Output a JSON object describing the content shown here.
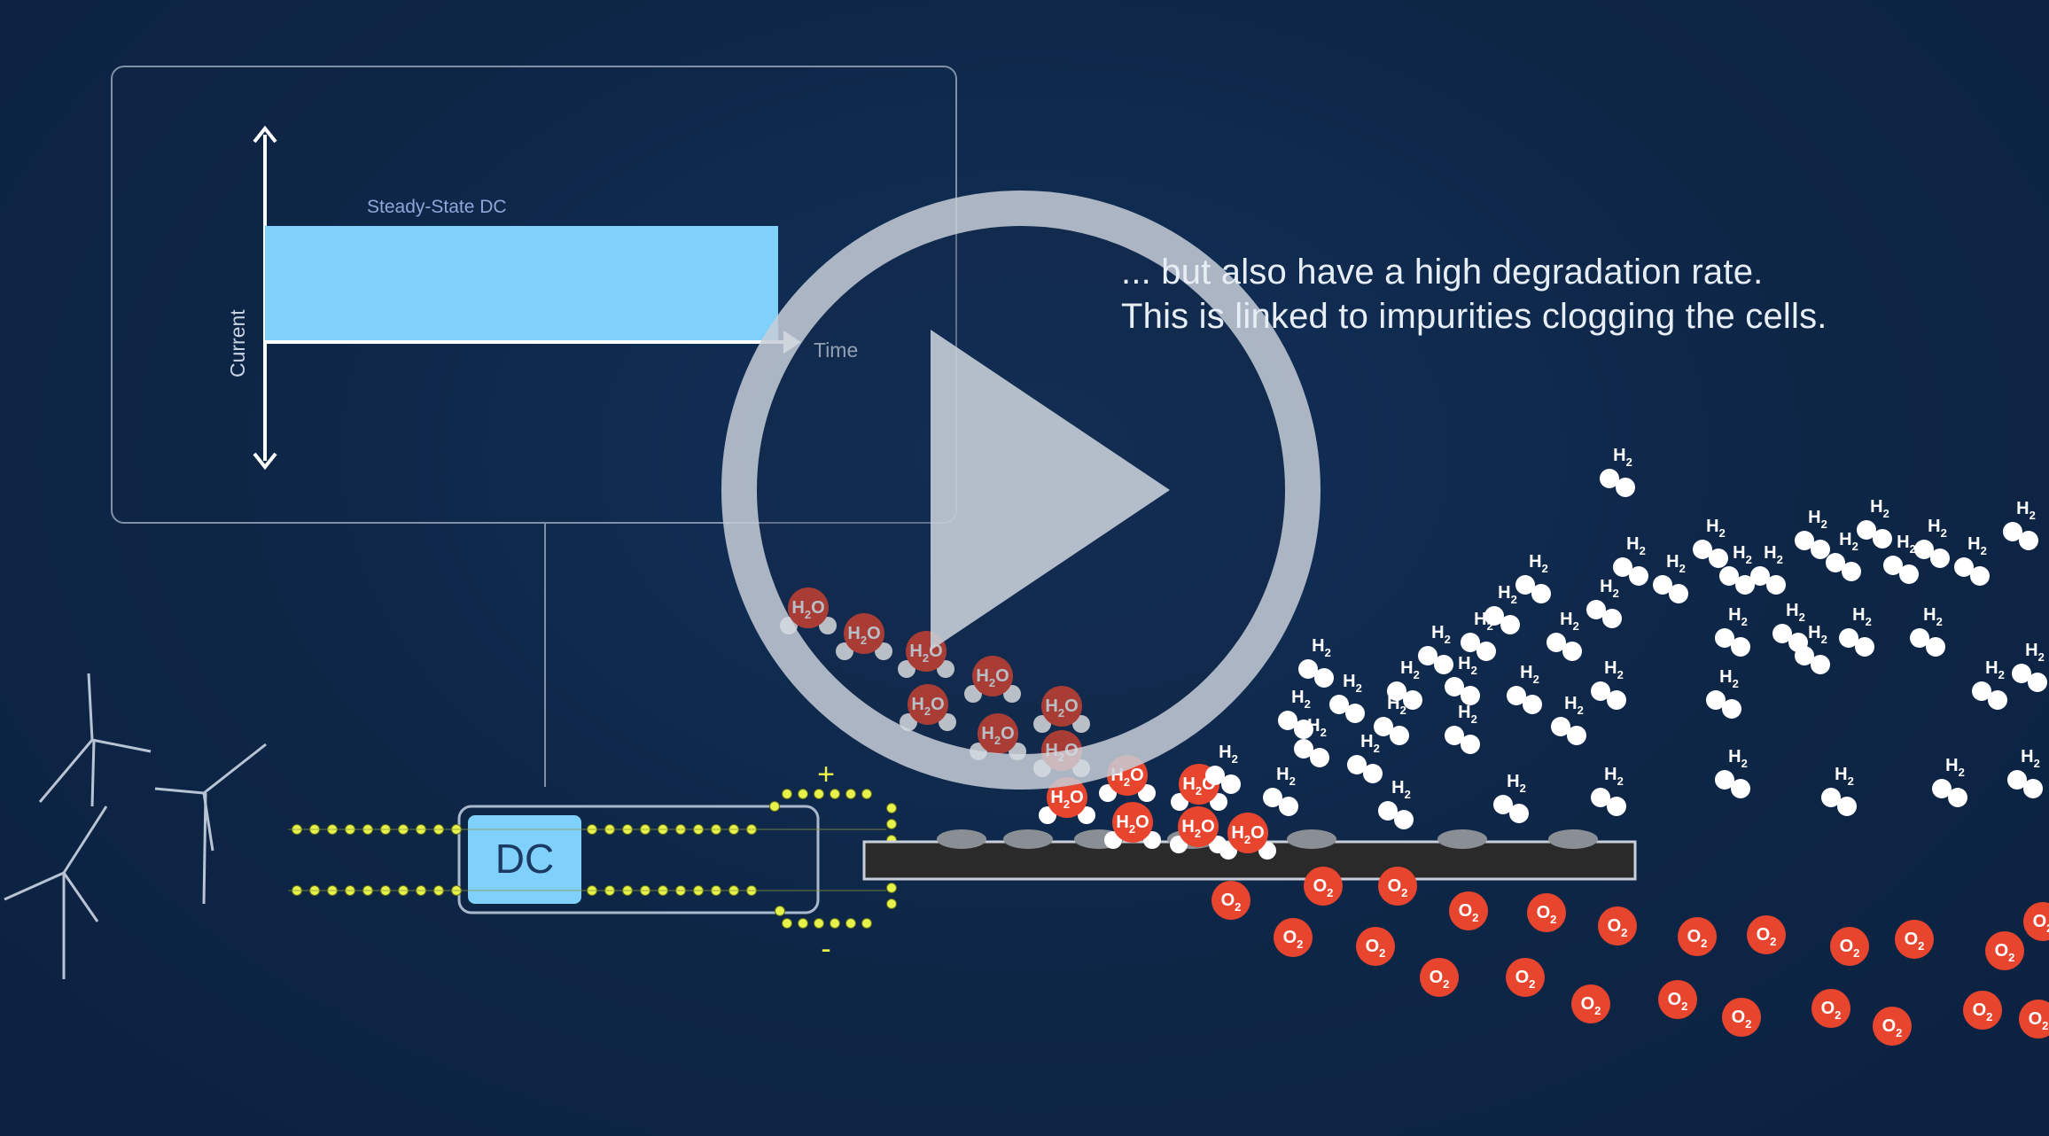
{
  "video": {
    "caption_line1": "... but also have a high degradation rate.",
    "caption_line2": "This is linked to impurities clogging the cells."
  },
  "chart_data": {
    "type": "area",
    "series": [
      {
        "name": "Steady-State DC",
        "values": [
          1,
          1
        ]
      }
    ],
    "x": [
      0,
      1
    ],
    "xlabel": "Time",
    "ylabel": "Current",
    "grid": false
  },
  "diagram": {
    "power_box_label": "DC",
    "plus_sign": "+",
    "minus_sign": "-",
    "water_label": "H",
    "water_sub": "2",
    "water_suffix": "O",
    "hydrogen_label": "H",
    "hydrogen_sub": "2",
    "oxygen_label": "O",
    "oxygen_sub": "2"
  },
  "colors": {
    "background": "#0f2747",
    "bar_fill": "#7fd0fb",
    "wire_dot": "#e7f24a",
    "oxygen": "#e8452f",
    "play_overlay": "#c7ced8"
  },
  "icons": {
    "play": "play-icon",
    "turbine": "wind-turbine-icon"
  }
}
